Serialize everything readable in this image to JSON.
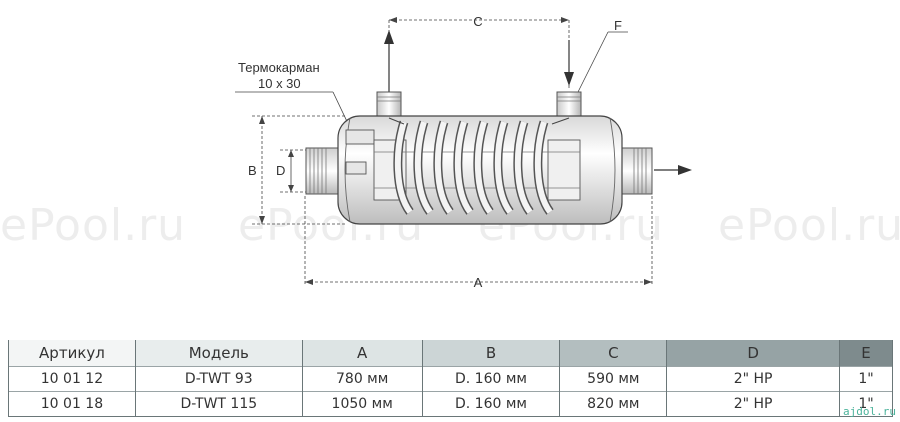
{
  "watermarks": [
    "ePool.ru",
    "ePool.ru",
    "ePool.ru",
    "ePool.ru"
  ],
  "diagram": {
    "thermo_label": "Термокарман",
    "thermo_size": "10 x 30",
    "dim_labels": {
      "A": "A",
      "B": "B",
      "C": "C",
      "D": "D",
      "F": "F"
    }
  },
  "table": {
    "headers": [
      "Артикул",
      "Модель",
      "A",
      "B",
      "C",
      "D",
      "E"
    ],
    "header_colors": [
      "#f3f5f5",
      "#e8eded",
      "#dde4e4",
      "#ccd5d6",
      "#b3bebf",
      "#96a3a5",
      "#7e8b8d"
    ],
    "rows": [
      [
        "10 01 12",
        "D-TWT 93",
        "780 мм",
        "D. 160 мм",
        "590 мм",
        "2\" HP",
        "1\""
      ],
      [
        "10 01 18",
        "D-TWT 115",
        "1050 мм",
        "D. 160 мм",
        "820 мм",
        "2\" HP",
        "1\""
      ]
    ]
  },
  "logo": "ajdol.ru"
}
